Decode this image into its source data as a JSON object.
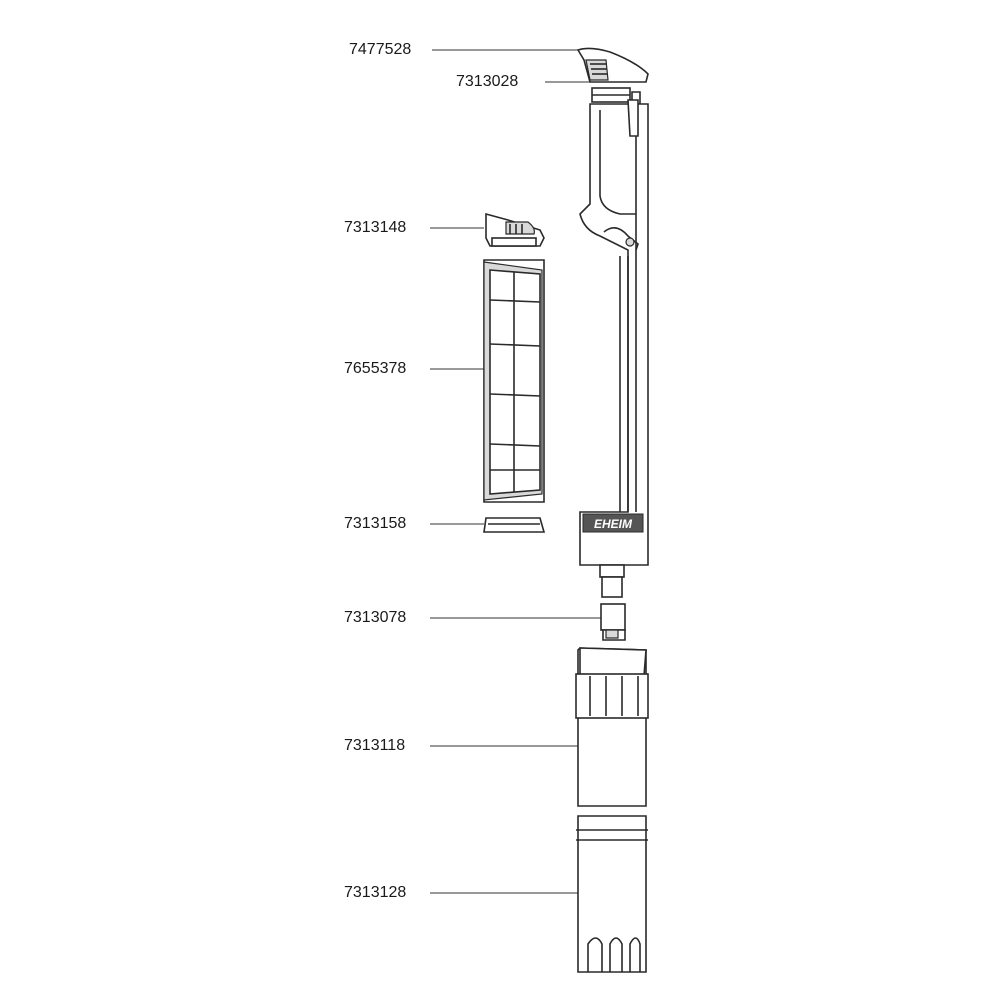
{
  "parts": [
    {
      "id": "cover",
      "number": "7477528"
    },
    {
      "id": "seal-ring",
      "number": "7313028"
    },
    {
      "id": "cartridge-cap",
      "number": "7313148"
    },
    {
      "id": "filter-cartridge",
      "number": "7655378"
    },
    {
      "id": "cartridge-base",
      "number": "7313158"
    },
    {
      "id": "connector",
      "number": "7313078"
    },
    {
      "id": "tube-section",
      "number": "7313118"
    },
    {
      "id": "intake-strainer",
      "number": "7313128"
    }
  ],
  "brand": "EHEIM",
  "colors": {
    "line": "#2a2a2a",
    "shade": "#d9d9d9",
    "background": "#ffffff"
  }
}
